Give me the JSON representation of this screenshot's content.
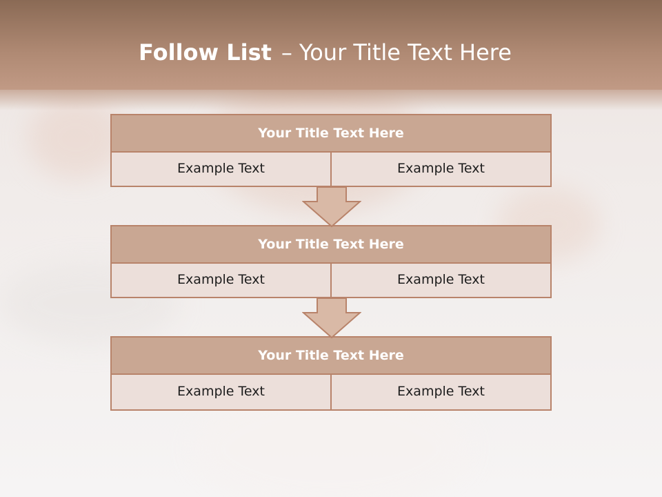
{
  "title": {
    "bold": "Follow List",
    "dash": "–",
    "rest": "Your Title Text Here"
  },
  "blocks": [
    {
      "heading": "Your Title Text Here",
      "cells": [
        "Example Text",
        "Example Text"
      ]
    },
    {
      "heading": "Your Title Text Here",
      "cells": [
        "Example Text",
        "Example Text"
      ]
    },
    {
      "heading": "Your Title Text Here",
      "cells": [
        "Example Text",
        "Example Text"
      ]
    }
  ],
  "colors": {
    "header_band": "#a67c66",
    "block_heading_fill": "#c9a793",
    "block_cell_fill": "#ecdfda",
    "border": "#b8836a",
    "arrow_fill": "#d9b9a6"
  },
  "icons": [
    "down-arrow-icon",
    "down-arrow-icon"
  ]
}
